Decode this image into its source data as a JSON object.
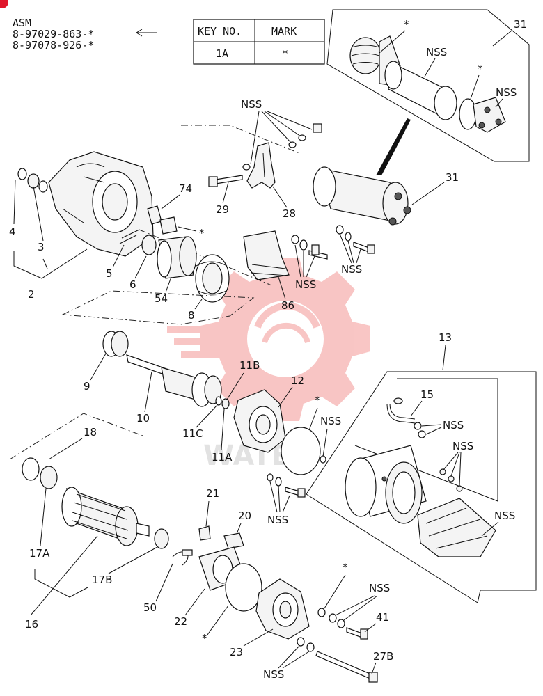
{
  "asm": {
    "title": "ASM",
    "part_numbers": [
      "8-97029-863-*",
      "8-97078-926-*"
    ]
  },
  "key_table": {
    "headers": [
      "KEY NO.",
      "MARK"
    ],
    "rows": [
      [
        "1A",
        "*"
      ]
    ]
  },
  "labels": {
    "nss": "NSS",
    "asterisk": "*",
    "p2": "2",
    "p3": "3",
    "p4": "4",
    "p5": "5",
    "p6": "6",
    "p8": "8",
    "p9": "9",
    "p10": "10",
    "p11a": "11A",
    "p11b": "11B",
    "p11c": "11C",
    "p12": "12",
    "p13": "13",
    "p15": "15",
    "p16": "16",
    "p17a": "17A",
    "p17b": "17B",
    "p18": "18",
    "p20": "20",
    "p21": "21",
    "p22": "22",
    "p23": "23",
    "p27b": "27B",
    "p28": "28",
    "p29": "29",
    "p31": "31",
    "p41": "41",
    "p50": "50",
    "p54": "54",
    "p74": "74",
    "p86": "86"
  },
  "colors": {
    "line": "#111111",
    "watermark": "#e8322f",
    "corner_dot": "#e0162b"
  }
}
